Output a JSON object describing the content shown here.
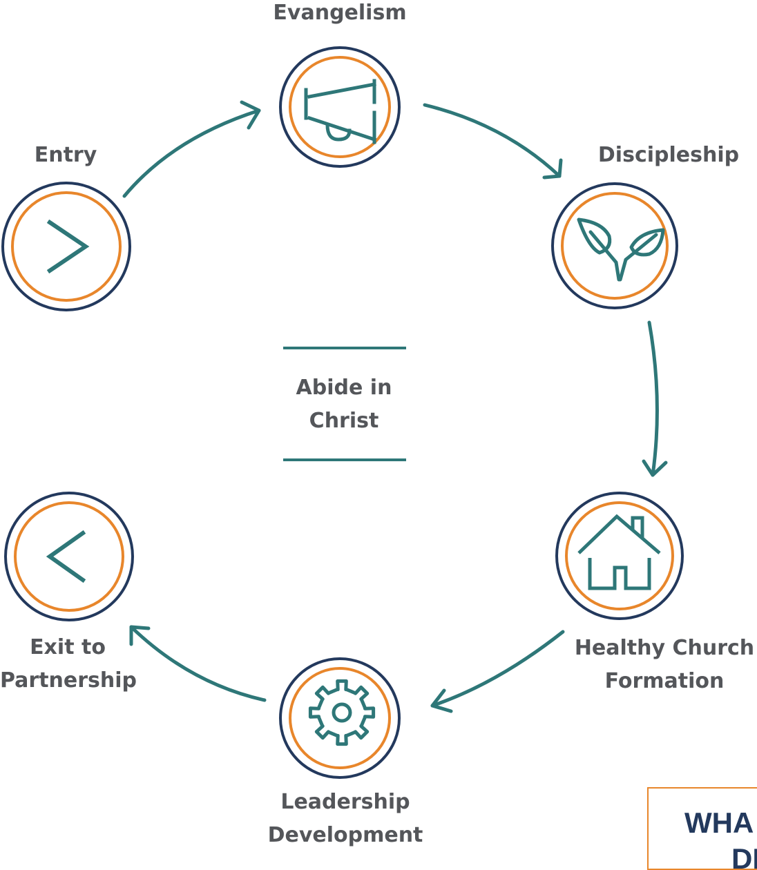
{
  "colors": {
    "teal": "#2e7778",
    "orange": "#e8862b",
    "navy": "#23395d",
    "label_gray": "#54565a"
  },
  "center": {
    "line1": "Abide in",
    "line2": "Christ"
  },
  "nodes": [
    {
      "id": "evangelism",
      "icon": "megaphone-icon",
      "line1": "Evangelism",
      "line2": ""
    },
    {
      "id": "discipleship",
      "icon": "sprout-icon",
      "line1": "Discipleship",
      "line2": ""
    },
    {
      "id": "healthy-church",
      "icon": "house-icon",
      "line1": "Healthy Church",
      "line2": "Formation"
    },
    {
      "id": "leadership",
      "icon": "gear-icon",
      "line1": "Leadership",
      "line2": "Development"
    },
    {
      "id": "exit",
      "icon": "chevron-left-icon",
      "line1": "Exit to",
      "line2": "Partnership"
    },
    {
      "id": "entry",
      "icon": "chevron-right-icon",
      "line1": "Entry",
      "line2": ""
    }
  ],
  "corner_box": {
    "line1": "WHA",
    "line2": "DE"
  }
}
